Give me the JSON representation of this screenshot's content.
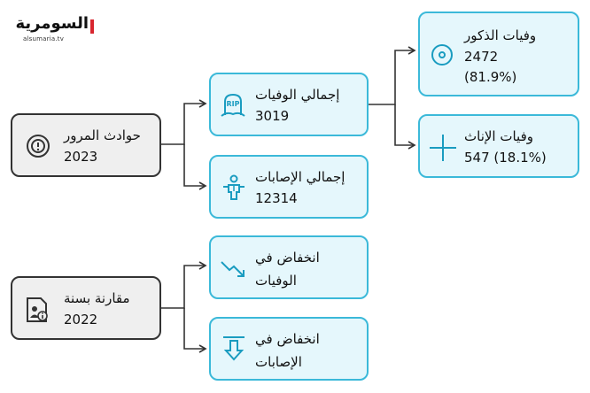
{
  "logo": {
    "name": "السومرية",
    "url": "alsumaria.tv"
  },
  "root1": {
    "title": "حوادث المرور",
    "year": "2023"
  },
  "root2": {
    "title": "مقارنة بسنة",
    "year": "2022"
  },
  "deaths_total": {
    "label": "إجمالي الوفيات",
    "value": "3019"
  },
  "injuries_total": {
    "label": "إجمالي الإصابات",
    "value": "12314"
  },
  "male_deaths": {
    "label": "وفيات الذكور",
    "value": "2472",
    "pct": "(81.9%)"
  },
  "female_deaths": {
    "label": "وفيات الإناث",
    "value": "547 (18.1%)"
  },
  "decline_deaths": {
    "line1": "انخفاض في",
    "line2": "الوفيات"
  },
  "decline_injuries": {
    "line1": "انخفاض في",
    "line2": "الإصابات"
  },
  "colors": {
    "accent": "#3bb9d9",
    "box_fill": "#e5f7fc",
    "gray_fill": "#efefef",
    "stroke": "#333333",
    "brand_red": "#d8262f"
  },
  "icons": [
    "alert-circle-icon",
    "rip-tombstone-icon",
    "injured-person-icon",
    "target-circle-icon",
    "plus-icon",
    "trend-down-icon",
    "arrow-down-bar-icon",
    "person-info-document-icon"
  ]
}
